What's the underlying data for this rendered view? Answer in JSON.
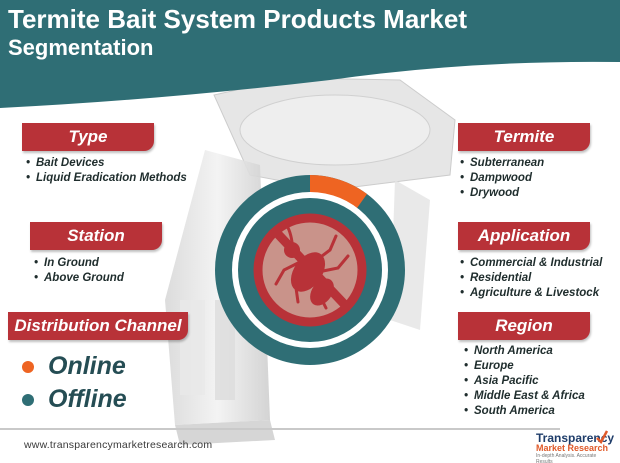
{
  "header": {
    "title": "Termite Bait System Products Market",
    "subtitle": "Segmentation"
  },
  "colors": {
    "teal": "#2f6e75",
    "red": "#b83238",
    "orange": "#ee6422"
  },
  "center_chart": {
    "icon": "no-termite-icon"
  },
  "segments": {
    "type": {
      "label": "Type",
      "items": [
        "Bait Devices",
        "Liquid Eradication Methods"
      ]
    },
    "station": {
      "label": "Station",
      "items": [
        "In Ground",
        "Above Ground"
      ]
    },
    "distribution": {
      "label": "Distribution Channel",
      "items": [
        "Online",
        "Offline"
      ]
    },
    "termite": {
      "label": "Termite",
      "items": [
        "Subterranean",
        "Dampwood",
        "Drywood"
      ]
    },
    "application": {
      "label": "Application",
      "items": [
        "Commercial & Industrial",
        "Residential",
        "Agriculture & Livestock"
      ]
    },
    "region": {
      "label": "Region",
      "items": [
        "North America",
        "Europe",
        "Asia Pacific",
        "Middle East & Africa",
        "South America"
      ]
    }
  },
  "footer": {
    "url": "www.transparencymarketresearch.com",
    "logo_line1": "Transparency",
    "logo_line2": "Market Research",
    "logo_line3": "In-depth Analysis. Accurate Results"
  }
}
